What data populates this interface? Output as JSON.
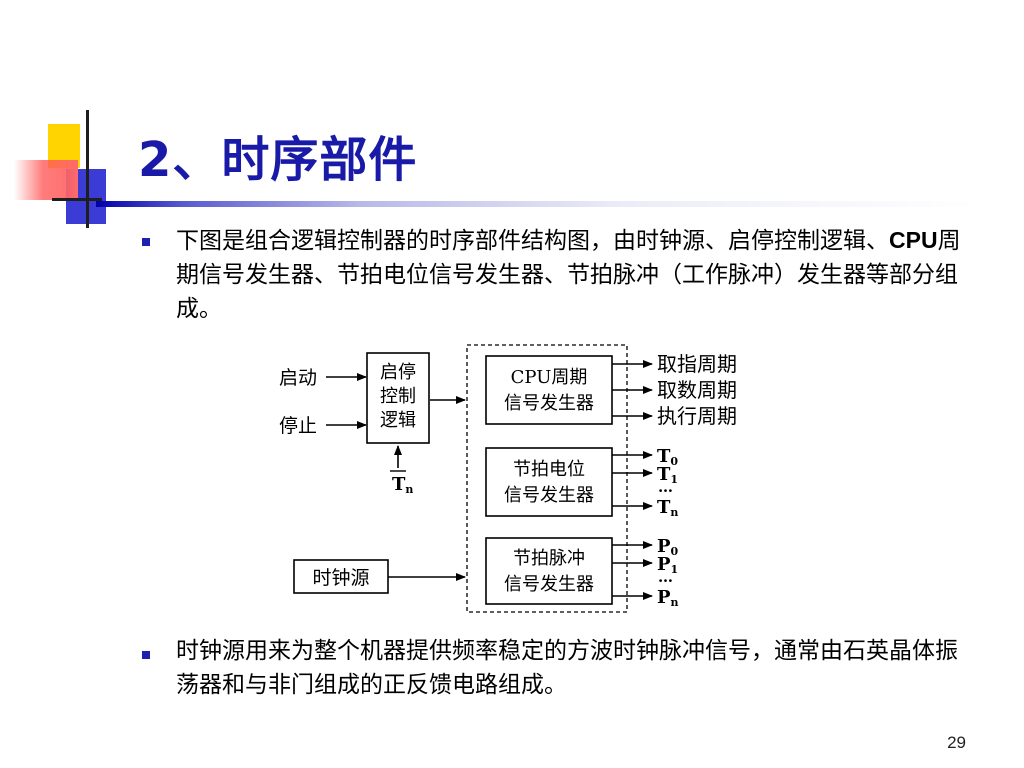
{
  "title": "2、时序部件",
  "bullets": {
    "p1_before": "下图是组合逻辑控制器的时序部件结构图，由时钟源、启停控制逻辑、",
    "p1_bold": "CPU",
    "p1_after": "周期信号发生器、节拍电位信号发生器、节拍脉冲（工作脉冲）发生器等部分组成。",
    "p2": "时钟源用来为整个机器提供频率稳定的方波时钟脉冲信号，通常由石英晶体振荡器和与非门组成的正反馈电路组成。"
  },
  "diagram": {
    "start": "启动",
    "stop": "停止",
    "ctrl_line1": "启停",
    "ctrl_line2": "控制",
    "ctrl_line3": "逻辑",
    "tn_feedback": "T",
    "tn_feedback_sub": "n",
    "clock": "时钟源",
    "cpu_line1": "CPU周期",
    "cpu_line2": "信号发生器",
    "cpu_out1": "取指周期",
    "cpu_out2": "取数周期",
    "cpu_out3": "执行周期",
    "pot_line1": "节拍电位",
    "pot_line2": "信号发生器",
    "pulse_line1": "节拍脉冲",
    "pulse_line2": "信号发生器",
    "t_letter": "T",
    "t0_sub": "0",
    "t1_sub": "1",
    "tn_sub": "n",
    "p_letter": "P",
    "p0_sub": "0",
    "p1_sub": "1",
    "pn_sub": "n",
    "dots": "…"
  },
  "page_number": "29"
}
